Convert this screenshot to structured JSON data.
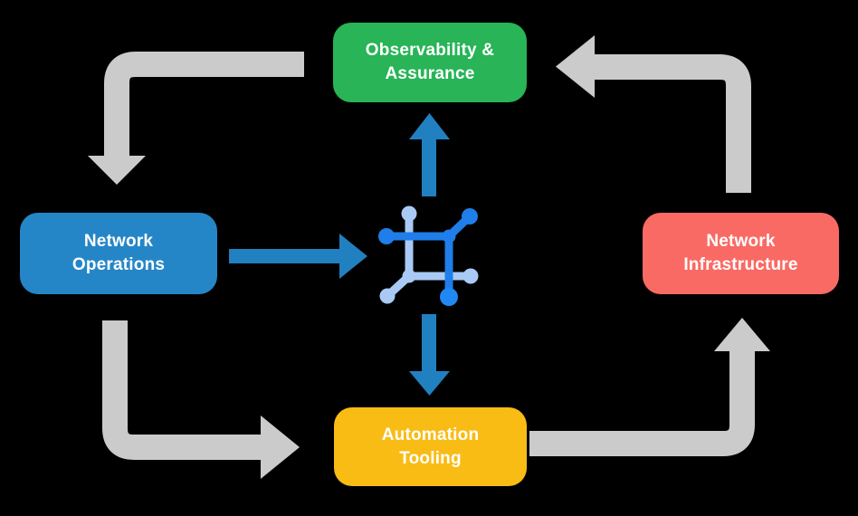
{
  "diagram": {
    "background_color": "#000000",
    "nodes": [
      {
        "id": "observability",
        "label_line1": "Observability &",
        "label_line2": "Assurance",
        "color": "#28B457",
        "position": "top-center"
      },
      {
        "id": "network-operations",
        "label_line1": "Network",
        "label_line2": "Operations",
        "color": "#2586C7",
        "position": "middle-left"
      },
      {
        "id": "network-infrastructure",
        "label_line1": "Network",
        "label_line2": "Infrastructure",
        "color": "#FA6A64",
        "position": "middle-right"
      },
      {
        "id": "automation-tooling",
        "label_line1": "Automation",
        "label_line2": "Tooling",
        "color": "#F9BC15",
        "position": "bottom-center"
      }
    ],
    "cycle_arrows": {
      "color": "#CBCBCB",
      "flows": [
        {
          "from": "observability",
          "to": "network-operations",
          "shape": "elbow-down"
        },
        {
          "from": "network-operations",
          "to": "automation-tooling",
          "shape": "elbow-right"
        },
        {
          "from": "automation-tooling",
          "to": "network-infrastructure",
          "shape": "elbow-up"
        },
        {
          "from": "network-infrastructure",
          "to": "observability",
          "shape": "elbow-left"
        }
      ]
    },
    "center_arrows": {
      "color": "#2180C0",
      "flows": [
        {
          "from": "network-operations",
          "to": "center-icon",
          "direction": "right"
        },
        {
          "from": "center-icon",
          "to": "observability",
          "direction": "up"
        },
        {
          "from": "center-icon",
          "to": "automation-tooling",
          "direction": "down"
        }
      ]
    },
    "center_icon": {
      "name": "network-mesh-icon",
      "dark_color": "#1F7EE9",
      "light_color": "#A8CAF5",
      "accent_color": "#1F88F2"
    }
  }
}
